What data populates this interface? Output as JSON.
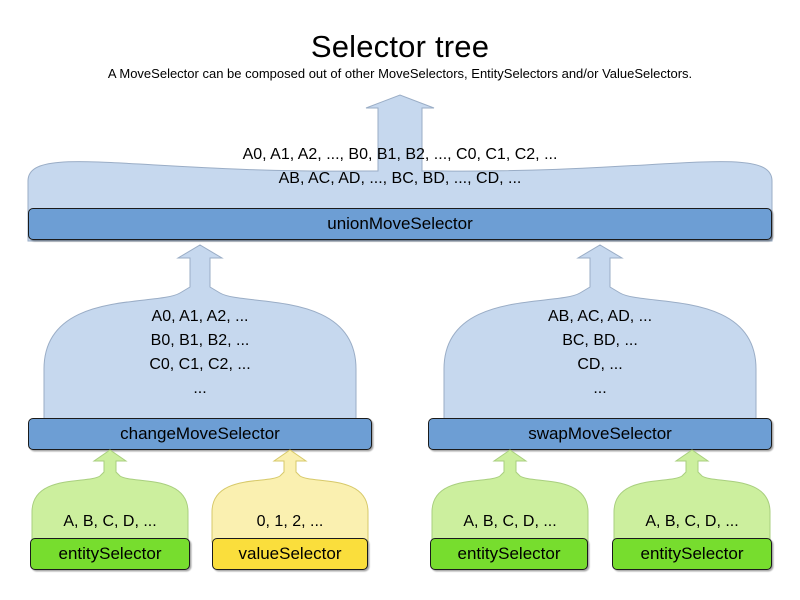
{
  "header": {
    "title": "Selector tree",
    "subtitle": "A MoveSelector can be composed out of other MoveSelectors, EntitySelectors and/or ValueSelectors."
  },
  "colors": {
    "move_dome": "#c6d8ee",
    "move_bar": "#6d9ed4",
    "entity_dome": "#ccef9e",
    "entity_bar": "#77dd2e",
    "value_dome": "#faf0b0",
    "value_bar": "#fade3c",
    "outline": "#1b1b1b",
    "background": "#ffffff"
  },
  "nodes": {
    "union": {
      "label": "unionMoveSelector",
      "kind": "move-selector",
      "lines": [
        "A0, A1, A2, ..., B0, B1, B2, ..., C0, C1, C2, ...",
        "AB, AC, AD, ..., BC, BD, ..., CD, ..."
      ]
    },
    "change": {
      "label": "changeMoveSelector",
      "kind": "move-selector",
      "lines": [
        "A0, A1, A2, ...",
        "B0, B1, B2, ...",
        "C0, C1, C2, ...",
        "..."
      ]
    },
    "swap": {
      "label": "swapMoveSelector",
      "kind": "move-selector",
      "lines": [
        "AB, AC, AD, ...",
        "BC, BD, ...",
        "CD, ...",
        "..."
      ]
    },
    "change_entity": {
      "label": "entitySelector",
      "kind": "entity-selector",
      "lines": [
        "A, B, C, D, ..."
      ]
    },
    "change_value": {
      "label": "valueSelector",
      "kind": "value-selector",
      "lines": [
        "0, 1, 2, ..."
      ]
    },
    "swap_entity_left": {
      "label": "entitySelector",
      "kind": "entity-selector",
      "lines": [
        "A, B, C, D, ..."
      ]
    },
    "swap_entity_right": {
      "label": "entitySelector",
      "kind": "entity-selector",
      "lines": [
        "A, B, C, D, ..."
      ]
    }
  }
}
